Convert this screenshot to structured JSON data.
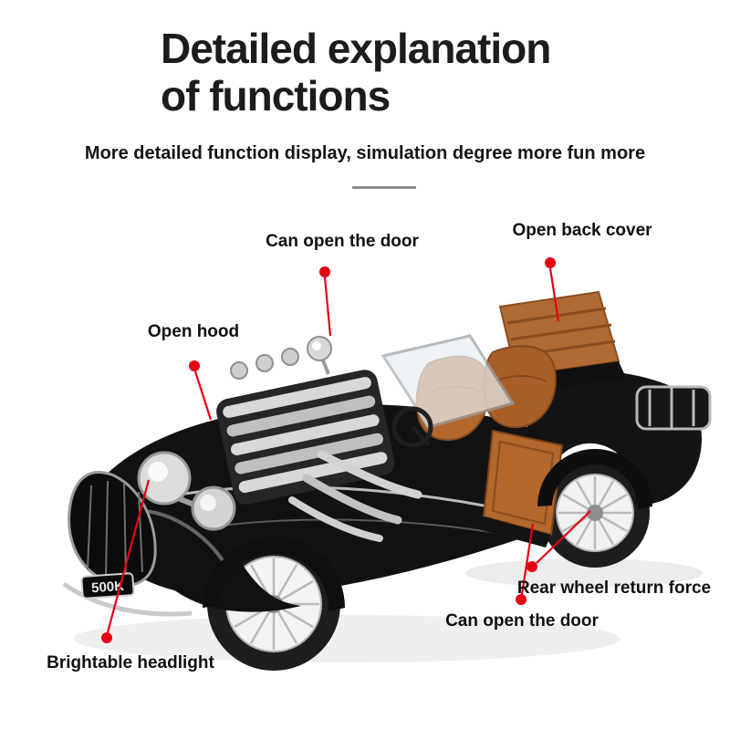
{
  "header": {
    "title_line1": "Detailed explanation",
    "title_line2": "of functions",
    "subtitle": "More detailed function display, simulation degree more fun more"
  },
  "callouts": {
    "open_door_top": "Can open the door",
    "open_back_cover": "Open back cover",
    "open_hood": "Open hood",
    "brightable_headlight": "Brightable headlight",
    "open_door_bottom": "Can open the door",
    "rear_wheel_return": "Rear wheel return force"
  },
  "car": {
    "license_plate": "500K"
  },
  "colors": {
    "accent_red": "#e60012",
    "title_text": "#1c1c1c",
    "background": "#ffffff",
    "car_body": "#121212",
    "leather_orange": "#b3682e",
    "chrome": "#d6d6d6"
  }
}
